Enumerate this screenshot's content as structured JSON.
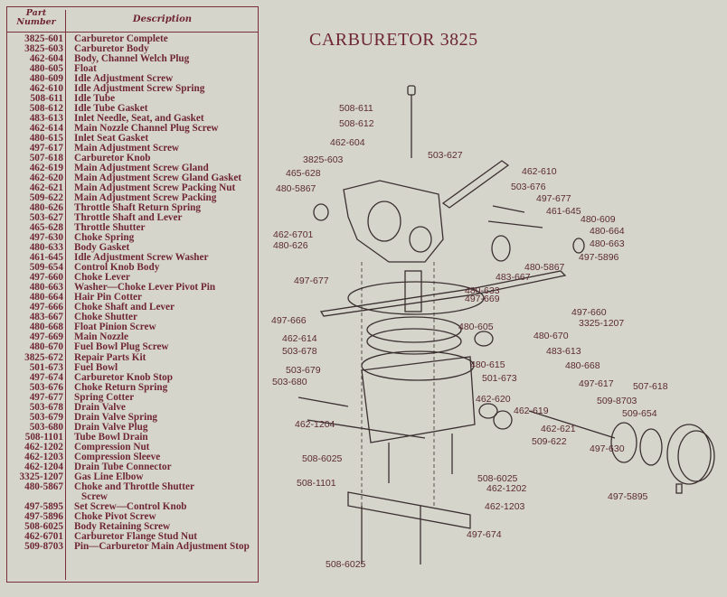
{
  "title": "CARBURETOR 3825",
  "table": {
    "header_part": [
      "Part",
      "Number"
    ],
    "header_desc": "Description",
    "rows": [
      [
        "3825-601",
        "Carburetor Complete"
      ],
      [
        "3825-603",
        "Carburetor Body"
      ],
      [
        "462-604",
        "Body, Channel Welch Plug"
      ],
      [
        "480-605",
        "Float"
      ],
      [
        "480-609",
        "Idle Adjustment Screw"
      ],
      [
        "462-610",
        "Idle Adjustment Screw Spring"
      ],
      [
        "508-611",
        "Idle Tube"
      ],
      [
        "508-612",
        "Idle Tube Gasket"
      ],
      [
        "483-613",
        "Inlet Needle, Seat, and Gasket"
      ],
      [
        "462-614",
        "Main Nozzle Channel Plug Screw"
      ],
      [
        "480-615",
        "Inlet Seat Gasket"
      ],
      [
        "497-617",
        "Main Adjustment Screw"
      ],
      [
        "507-618",
        "Carburetor Knob"
      ],
      [
        "462-619",
        "Main Adjustment Screw Gland"
      ],
      [
        "462-620",
        "Main Adjustment Screw Gland Gasket"
      ],
      [
        "462-621",
        "Main Adjustment Screw Packing Nut"
      ],
      [
        "509-622",
        "Main Adjustment Screw Packing"
      ],
      [
        "480-626",
        "Throttle Shaft Return Spring"
      ],
      [
        "503-627",
        "Throttle Shaft and Lever"
      ],
      [
        "465-628",
        "Throttle Shutter"
      ],
      [
        "497-630",
        "Choke Spring"
      ],
      [
        "480-633",
        "Body Gasket"
      ],
      [
        "461-645",
        "Idle Adjustment Screw Washer"
      ],
      [
        "509-654",
        "Control Knob Body"
      ],
      [
        "497-660",
        "Choke Lever"
      ],
      [
        "480-663",
        "Washer—Choke Lever Pivot Pin"
      ],
      [
        "480-664",
        "Hair Pin Cotter"
      ],
      [
        "497-666",
        "Choke Shaft and Lever"
      ],
      [
        "483-667",
        "Choke Shutter"
      ],
      [
        "480-668",
        "Float Pinion Screw"
      ],
      [
        "497-669",
        "Main Nozzle"
      ],
      [
        "480-670",
        "Fuel Bowl Plug Screw"
      ],
      [
        "3825-672",
        "Repair Parts Kit"
      ],
      [
        "501-673",
        "Fuel Bowl"
      ],
      [
        "497-674",
        "Carburetor Knob Stop"
      ],
      [
        "503-676",
        "Choke Return Spring"
      ],
      [
        "497-677",
        "Spring Cotter"
      ],
      [
        "503-678",
        "Drain Valve"
      ],
      [
        "503-679",
        "Drain Valve Spring"
      ],
      [
        "503-680",
        "Drain Valve Plug"
      ],
      [
        "508-1101",
        "Tube Bowl Drain"
      ],
      [
        "462-1202",
        "Compression Nut"
      ],
      [
        "462-1203",
        "Compression Sleeve"
      ],
      [
        "462-1204",
        "Drain Tube Connector"
      ],
      [
        "3325-1207",
        "Gas Line Elbow"
      ],
      [
        "480-5867",
        "Choke and Throttle Shutter",
        "Screw"
      ],
      [
        "497-5895",
        "Set Screw—Control Knob"
      ],
      [
        "497-5896",
        "Choke Pivot Screw"
      ],
      [
        "508-6025",
        "Body Retaining Screw"
      ],
      [
        "462-6701",
        "Carburetor Flange Stud Nut"
      ],
      [
        "509-8703",
        "Pin—Carburetor Main Adjustment Stop"
      ]
    ]
  },
  "callouts": [
    "508-611",
    "508-612",
    "462-604",
    "503-627",
    "3825-603",
    "462-610",
    "465-628",
    "503-676",
    "480-5867",
    "497-677",
    "461-645",
    "480-609",
    "462-6701",
    "480-664",
    "480-626",
    "480-663",
    "497-5896",
    "480-5867",
    "483-667",
    "497-677",
    "480-633",
    "497-669",
    "497-660",
    "497-666",
    "3325-1207",
    "480-605",
    "462-614",
    "480-670",
    "503-678",
    "483-613",
    "480-615",
    "480-668",
    "503-679",
    "501-673",
    "497-617",
    "507-618",
    "503-680",
    "509-8703",
    "462-620",
    "462-619",
    "509-654",
    "462-1204",
    "462-621",
    "509-622",
    "497-630",
    "508-6025",
    "508-6025",
    "508-1101",
    "462-1202",
    "497-5895",
    "462-1203",
    "497-674",
    "508-6025"
  ]
}
